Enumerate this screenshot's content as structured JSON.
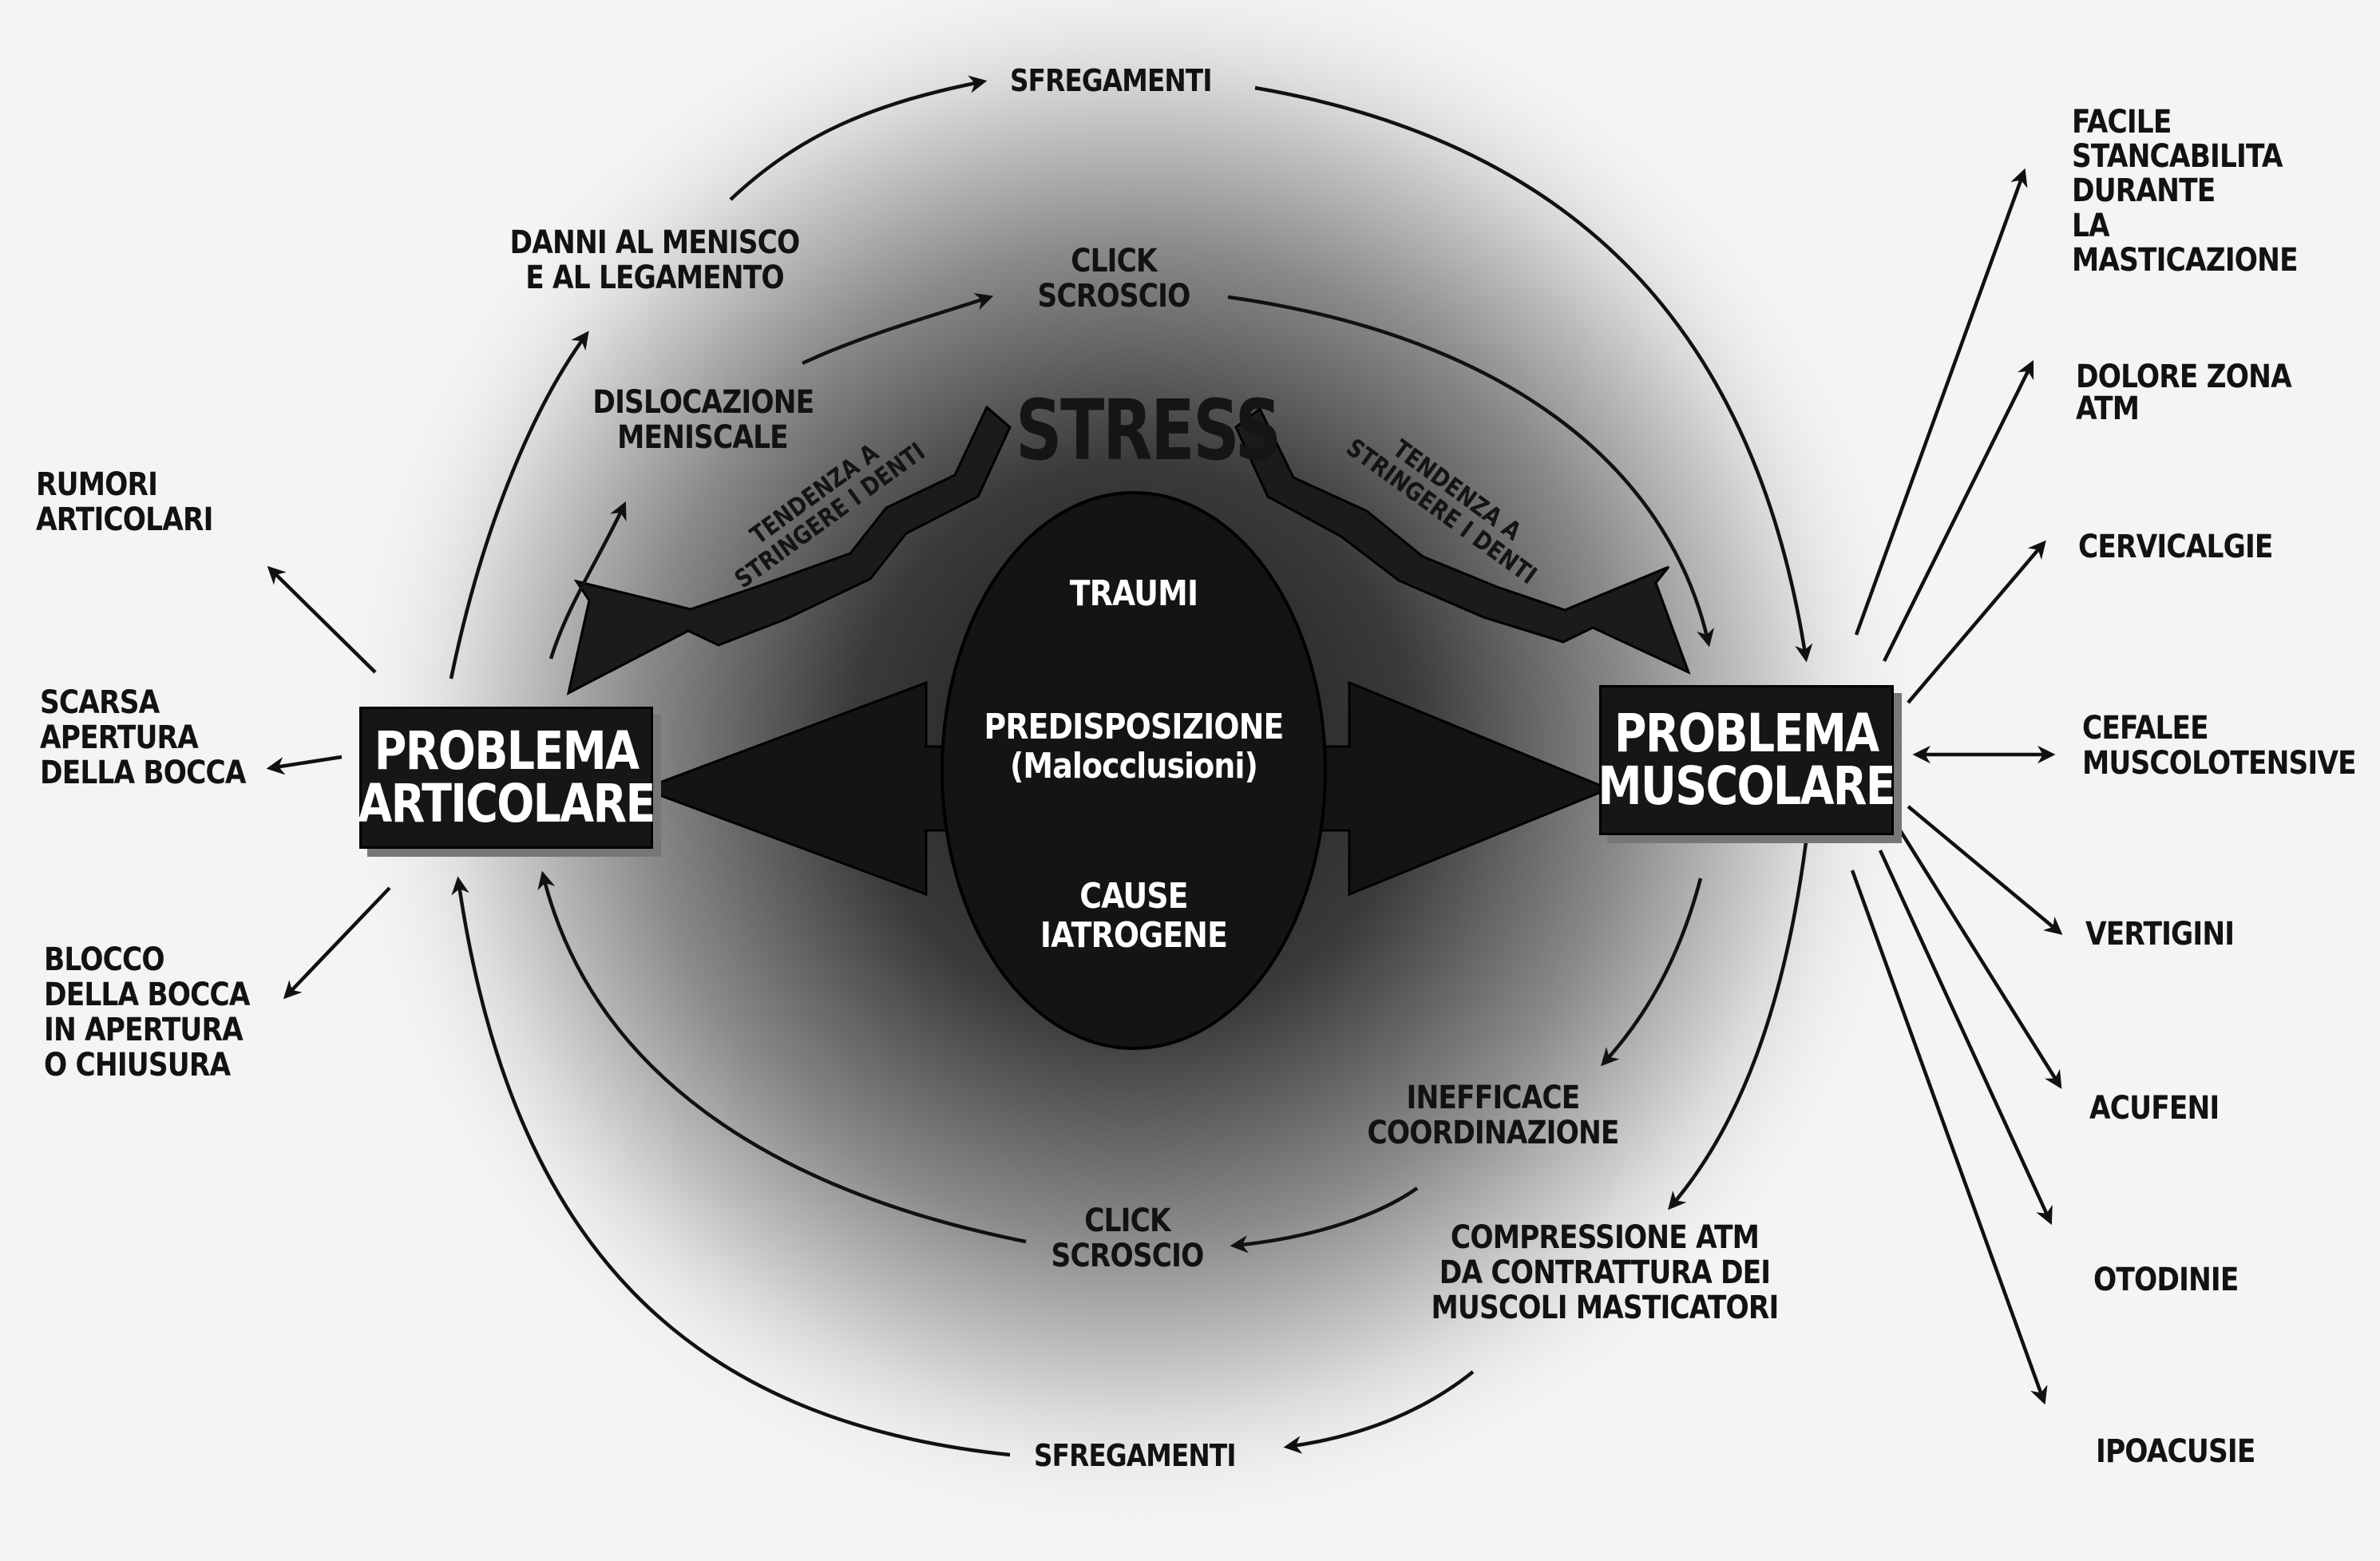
{
  "center": {
    "stress": "STRESS",
    "traumi": "TRAUMI",
    "predisposizione": "PREDISPOSIZIONE\n(Malocclusioni)",
    "cause": "CAUSE\nIATROGENE"
  },
  "boxes": {
    "articolare": "PROBLEMA\nARTICOLARE",
    "muscolare": "PROBLEMA\nMUSCOLARE"
  },
  "cycle": {
    "sfregamenti_top": "SFREGAMENTI",
    "danni": "DANNI AL MENISCO\nE AL LEGAMENTO",
    "click_top": "CLICK\nSCROSCIO",
    "dislocazione": "DISLOCAZIONE\nMENISCALE",
    "tendenza_left": "TENDENZA A\nSTRINGERE I DENTI",
    "tendenza_right": "TENDENZA A\nSTRINGERE I DENTI",
    "inefficace": "INEFFICACE\nCOORDINAZIONE",
    "click_bottom": "CLICK\nSCROSCIO",
    "compressione": "COMPRESSIONE ATM\nDA CONTRATTURA DEI\nMUSCOLI MASTICATORI",
    "sfregamenti_bottom": "SFREGAMENTI"
  },
  "left_symptoms": [
    "RUMORI\nARTICOLARI",
    "SCARSA\nAPERTURA\nDELLA BOCCA",
    "BLOCCO\nDELLA BOCCA\nIN APERTURA\nO CHIUSURA"
  ],
  "right_symptoms": [
    "FACILE STANCABILITA\nDURANTE\nLA MASTICAZIONE",
    "DOLORE ZONA ATM",
    "CERVICALGIE",
    "CEFALEE\nMUSCOLOTENSIVE",
    "VERTIGINI",
    "ACUFENI",
    "OTODINIE",
    "IPOACUSIE"
  ]
}
